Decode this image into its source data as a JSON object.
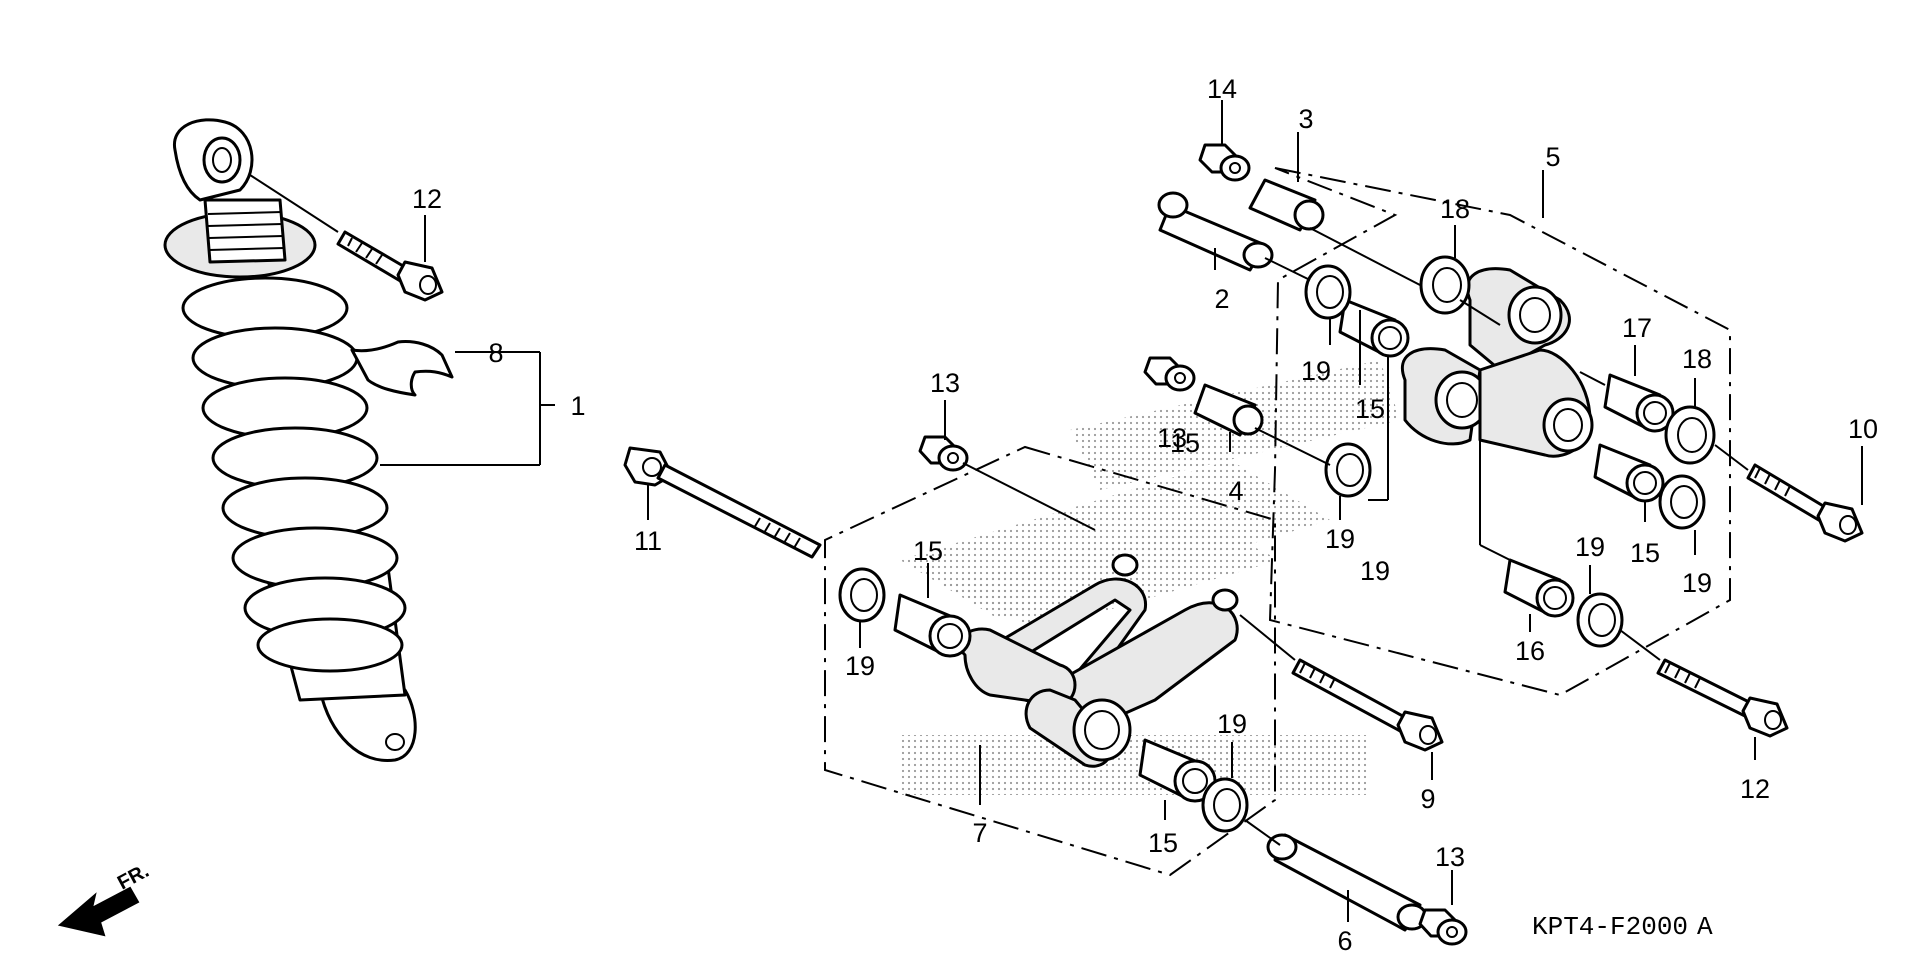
{
  "diagram": {
    "callouts": [
      "1",
      "2",
      "3",
      "4",
      "5",
      "6",
      "7",
      "8",
      "9",
      "10",
      "11",
      "12",
      "12",
      "13",
      "13",
      "13",
      "14",
      "15",
      "15",
      "15",
      "15",
      "15",
      "16",
      "17",
      "18",
      "18",
      "19",
      "19",
      "19",
      "19",
      "19",
      "19",
      "19"
    ],
    "part_code": "KPT4-F2000",
    "part_code_suffix": "A",
    "direction_label": "FR."
  }
}
